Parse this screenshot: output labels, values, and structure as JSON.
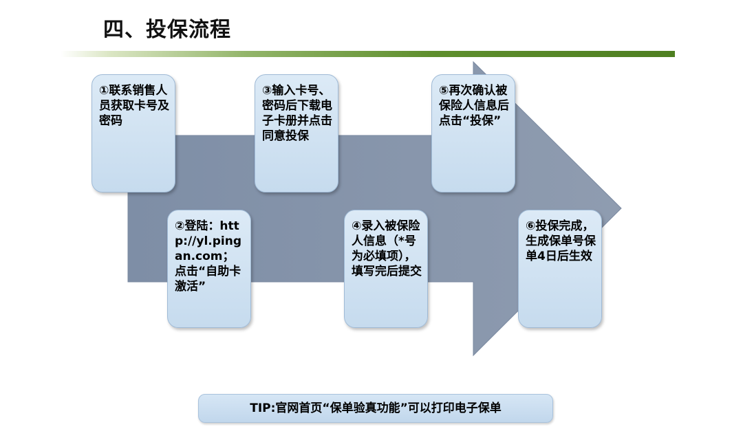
{
  "page": {
    "title": "四、投保流程",
    "accent_color": "#4e7f21",
    "arrow_color": "#8796ab",
    "box_color": "#c6dbee"
  },
  "steps": [
    {
      "id": 1,
      "text": "①联系销售人员获取卡号及密码"
    },
    {
      "id": 2,
      "text": "②登陆：http://yl.pingan.com；点击“自助卡激活”"
    },
    {
      "id": 3,
      "text": "③输入卡号、密码后下载电子卡册并点击同意投保"
    },
    {
      "id": 4,
      "text": "④录入被保险人信息（*号为必填项），填写完后提交"
    },
    {
      "id": 5,
      "text": "⑤再次确认被保险人信息后点击“投保”"
    },
    {
      "id": 6,
      "text": "⑥投保完成，生成保单号保单4日后生效"
    }
  ],
  "tip": {
    "text": "TIP:官网首页“保单验真功能”可以打印电子保单"
  }
}
